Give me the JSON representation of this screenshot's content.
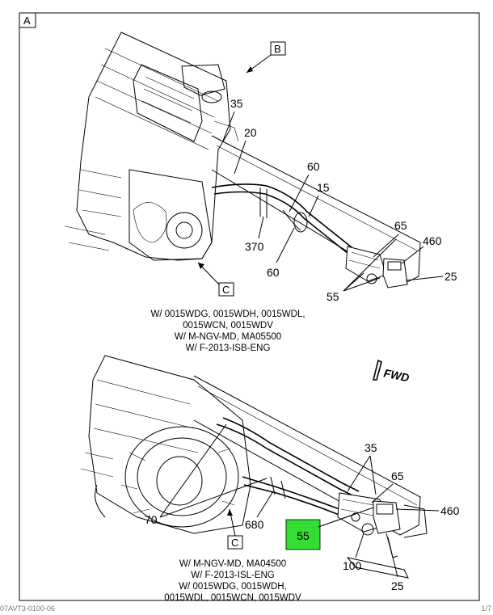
{
  "frame": {
    "label": "A"
  },
  "view_labels": {
    "top_B": "B",
    "top_C": "C",
    "bottom_C": "C"
  },
  "top_view": {
    "callouts": {
      "c35": "35",
      "c20": "20",
      "c60a": "60",
      "c15": "15",
      "c370": "370",
      "c60b": "60",
      "c65": "65",
      "c460": "460",
      "c55": "55",
      "c25": "25"
    },
    "notes": [
      "W/ 0015WDG, 0015WDH, 0015WDL,",
      "0015WCN, 0015WDV",
      "W/ M-NGV-MD, MA05500",
      "W/ F-2013-ISB-ENG"
    ]
  },
  "bottom_view": {
    "callouts": {
      "c35": "35",
      "c65": "65",
      "c460": "460",
      "c70": "70",
      "c680": "680",
      "c55": "55",
      "c100": "100",
      "c25": "25"
    },
    "notes": [
      "W/ M-NGV-MD, MA04500",
      "W/ F-2013-ISL-ENG",
      "W/ 0015WDG, 0015WDH,",
      "0015WDL, 0015WCN, 0015WDV"
    ]
  },
  "fwd_label": "FWD",
  "highlight_color": "#33dd33",
  "footer": {
    "left": "07AVT3-0100-06",
    "right": "1/7"
  }
}
